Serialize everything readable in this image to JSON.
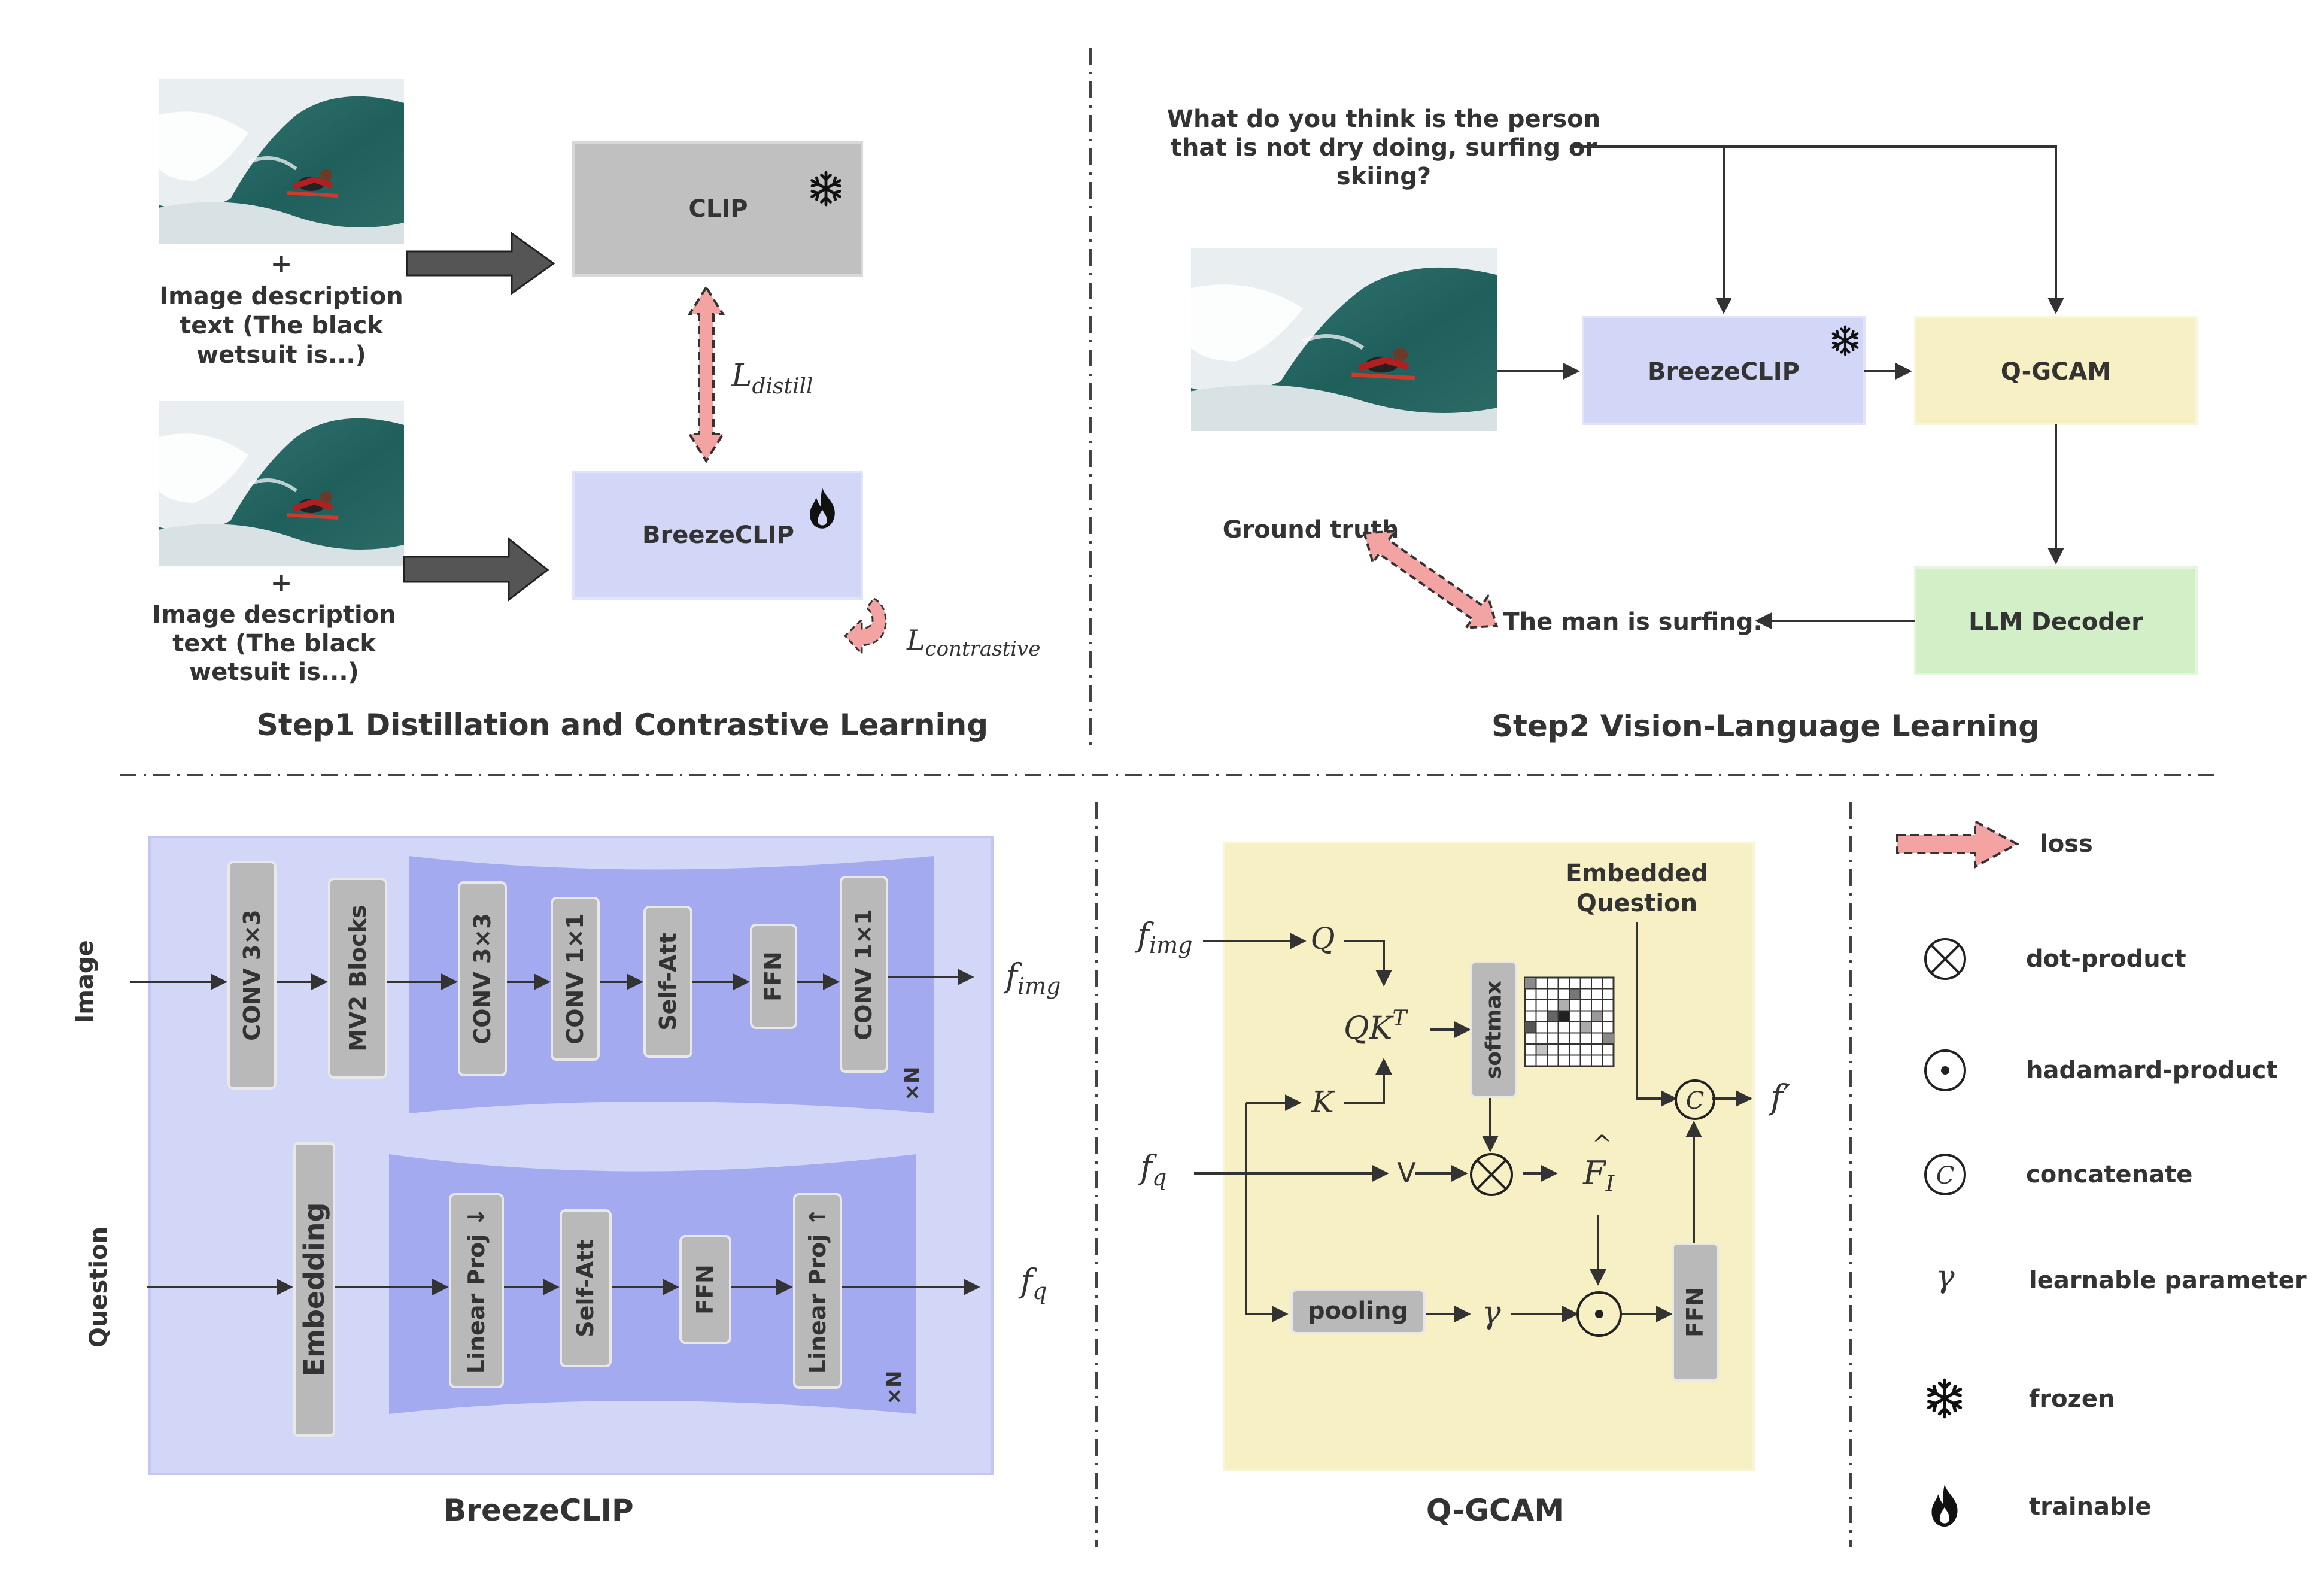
{
  "step1": {
    "caption": "Step1 Distillation and Contrastive Learning",
    "plus": "+",
    "desc_line1": "Image description",
    "desc_line2": "text (The black",
    "desc_line3": "wetsuit is...)",
    "clip_label": "CLIP",
    "breezeclip_label": "BreezeCLIP",
    "loss_distill": "L",
    "loss_distill_sub": "distill",
    "loss_contrastive": "L",
    "loss_contrastive_sub": "contrastive"
  },
  "step2": {
    "caption": "Step2 Vision-Language Learning",
    "question_line1": "What do you think is the person",
    "question_line2": "that is not dry doing, surfing or",
    "question_line3": "skiing?",
    "breezeclip_label": "BreezeCLIP",
    "qgcam_label": "Q-GCAM",
    "llm_label": "LLM Decoder",
    "ground_truth": "Ground truth",
    "answer": "The man is surfing."
  },
  "breezeclip_detail": {
    "caption": "BreezeCLIP",
    "image_label": "Image",
    "question_label": "Question",
    "image_blocks": [
      "CONV 3×3",
      "MV2 Blocks",
      "CONV 3×3",
      "CONV 1×1",
      "Self-Att",
      "FFN",
      "CONV 1×1"
    ],
    "question_blocks": [
      "Embedding",
      "Linear Proj ↓",
      "Self-Att",
      "FFN",
      "Linear Proj ↑"
    ],
    "repeat": "×N",
    "out_img": "f",
    "out_img_sub": "img",
    "out_q": "f",
    "out_q_sub": "q"
  },
  "qgcam_detail": {
    "caption": "Q-GCAM",
    "in_img": "f",
    "in_img_sub": "img",
    "in_q": "f",
    "in_q_sub": "q",
    "Q": "Q",
    "K": "K",
    "V": "V",
    "qkt": "QK",
    "qkt_sup": "T",
    "softmax": "softmax",
    "embedded_q_line1": "Embedded",
    "embedded_q_line2": "Question",
    "fhat": "F",
    "fhat_sub": "I",
    "pooling": "pooling",
    "gamma": "γ",
    "ffn": "FFN",
    "concat_symbol": "C",
    "output": "f′"
  },
  "legend": {
    "items": [
      {
        "symbol": "loss-arrow",
        "label": "loss"
      },
      {
        "symbol": "⊗",
        "label": "dot-product"
      },
      {
        "symbol": "⊙",
        "label": "hadamard-product"
      },
      {
        "symbol": "C",
        "label": "concatenate"
      },
      {
        "symbol": "γ",
        "label": "learnable parameter"
      },
      {
        "symbol": "snowflake-icon",
        "label": "frozen"
      },
      {
        "symbol": "flame-icon",
        "label": "trainable"
      }
    ]
  },
  "colors": {
    "clip_gray": "#c0c0c0",
    "breeze_lavender": "#d2d6f7",
    "breeze_inner": "#a3aaef",
    "qgcam_yellow": "#f6f0c4",
    "llm_green": "#d2efc8",
    "loss_pink": "#f4a3a3",
    "block_gray": "#b9b9b9"
  }
}
